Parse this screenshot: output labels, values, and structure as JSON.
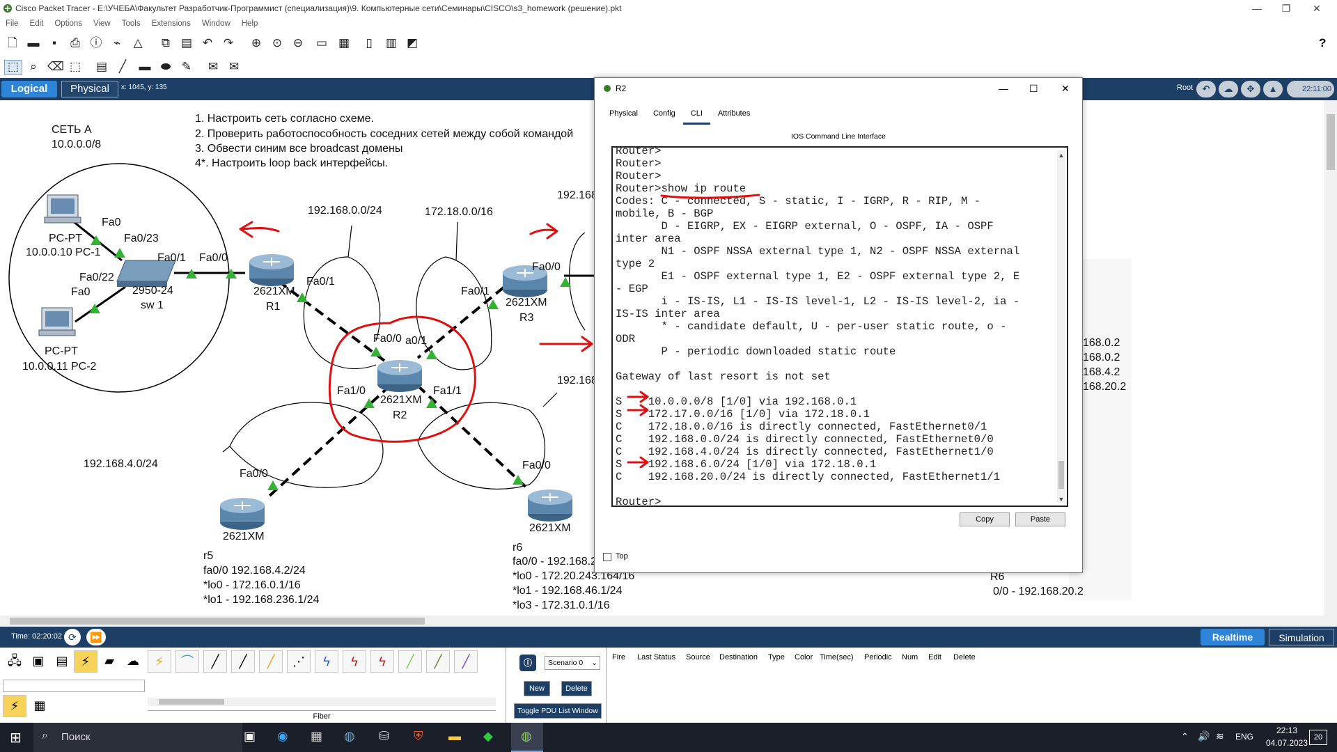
{
  "app": {
    "title": "Cisco Packet Tracer - E:\\УЧЕБА\\Факультет Разработчик-Программист (специализация)\\9. Компьютерные сети\\Семинары\\CISCO\\s3_homework (решение).pkt",
    "menu": [
      "File",
      "Edit",
      "Options",
      "View",
      "Tools",
      "Extensions",
      "Window",
      "Help"
    ],
    "help_icon": "?"
  },
  "nav": {
    "logical": "Logical",
    "physical": "Physical",
    "coords": "x: 1045, y: 135",
    "root": "Root",
    "clock": "22:11:00"
  },
  "canvas": {
    "instructions": [
      "1. Настроить сеть согласно схеме.",
      "2. Проверить работоспособность соседних сетей между собой командой",
      "3. Обвести синим все broadcast домены",
      "4*. Настроить loop back интерфейсы."
    ],
    "net_a_title": "СЕТЬ А",
    "net_a_addr": "10.0.0.0/8",
    "pc1_type": "PC-PT",
    "pc1_label": "10.0.0.10 PC-1",
    "pc2_type": "PC-PT",
    "pc2_label": "10.0.0.11 PC-2",
    "pc1_port": "Fa0",
    "pc2_port": "Fa0",
    "sw_p23": "Fa0/23",
    "sw_p22": "Fa0/22",
    "sw_p1": "Fa0/1",
    "sw_model": "2950-24",
    "sw_name": "sw 1",
    "r1_fa00": "Fa0/0",
    "r1_fa01": "Fa0/1",
    "r1_model": "2621XM",
    "r1_name": "R1",
    "net1": "192.168.0.0/24",
    "net2": "172.18.0.0/16",
    "net3": "192.168.4.0/24",
    "net4": "192.168",
    "net5": "192.168",
    "r2_fa00": "Fa0/0",
    "r2_fa01": "a0/1",
    "r2_fa10": "Fa1/0",
    "r2_fa11": "Fa1/1",
    "r2_model": "2621XM",
    "r2_name": "R2",
    "r3_fa01": "Fa0/1",
    "r3_fa00": "Fa0/0",
    "r3_model": "2621XM",
    "r3_name": "R3",
    "r5_port": "Fa0/0",
    "r5_model": "2621XM",
    "r5_info": [
      "r5",
      "fa0/0 192.168.4.2/24",
      "*lo0 - 172.16.0.1/16",
      "*lo1 - 192.168.236.1/24"
    ],
    "r6_port": "Fa0/0",
    "r6_model": "2621XM",
    "r6_info": [
      "r6",
      "fa0/0 - 192.168.2",
      "*lo0 - 172.20.243.164/16",
      "*lo1 - 192.168.46.1/24",
      "*lo3 - 172.31.0.1/16"
    ],
    "right_info": [
      "168.0.2",
      "168.0.2",
      "168.4.2",
      "168.20.2"
    ],
    "right_r6": "R6",
    "right_r6_line": "0/0 - 192.168.20.2"
  },
  "dialog": {
    "title": "R2",
    "tabs": [
      "Physical",
      "Config",
      "CLI",
      "Attributes"
    ],
    "active_tab": "CLI",
    "subtitle": "IOS Command Line Interface",
    "cli_lines": [
      "Router>",
      "Router>",
      "Router>",
      "Router>show ip route",
      "Codes: C - connected, S - static, I - IGRP, R - RIP, M -",
      "mobile, B - BGP",
      "       D - EIGRP, EX - EIGRP external, O - OSPF, IA - OSPF",
      "inter area",
      "       N1 - OSPF NSSA external type 1, N2 - OSPF NSSA external",
      "type 2",
      "       E1 - OSPF external type 1, E2 - OSPF external type 2, E",
      "- EGP",
      "       i - IS-IS, L1 - IS-IS level-1, L2 - IS-IS level-2, ia -",
      "IS-IS inter area",
      "       * - candidate default, U - per-user static route, o -",
      "ODR",
      "       P - periodic downloaded static route",
      "",
      "Gateway of last resort is not set",
      "",
      "S    10.0.0.0/8 [1/0] via 192.168.0.1",
      "S    172.17.0.0/16 [1/0] via 172.18.0.1",
      "C    172.18.0.0/16 is directly connected, FastEthernet0/1",
      "C    192.168.0.0/24 is directly connected, FastEthernet0/0",
      "C    192.168.4.0/24 is directly connected, FastEthernet1/0",
      "S    192.168.6.0/24 [1/0] via 172.18.0.1",
      "C    192.168.20.0/24 is directly connected, FastEthernet1/1",
      "",
      "Router>"
    ],
    "copy": "Copy",
    "paste": "Paste",
    "top": "Top"
  },
  "timebar": {
    "time": "Time: 02:20:02",
    "realtime": "Realtime",
    "simulation": "Simulation"
  },
  "bottom": {
    "connection_label": "Fiber",
    "scenario": "Scenario 0",
    "new": "New",
    "delete": "Delete",
    "toggle": "Toggle PDU List Window",
    "pdu_headers": [
      "Fire",
      "Last Status",
      "Source",
      "Destination",
      "Type",
      "Color",
      "Time(sec)",
      "Periodic",
      "Num",
      "Edit",
      "Delete"
    ]
  },
  "taskbar": {
    "search": "Поиск",
    "lang": "ENG",
    "time": "22:13",
    "date": "04.07.2023",
    "notif": "20"
  },
  "colors": {
    "navy": "#1d3f66",
    "accent": "#2e84d6",
    "annotation": "#e01010",
    "port_ok": "#34b233"
  }
}
